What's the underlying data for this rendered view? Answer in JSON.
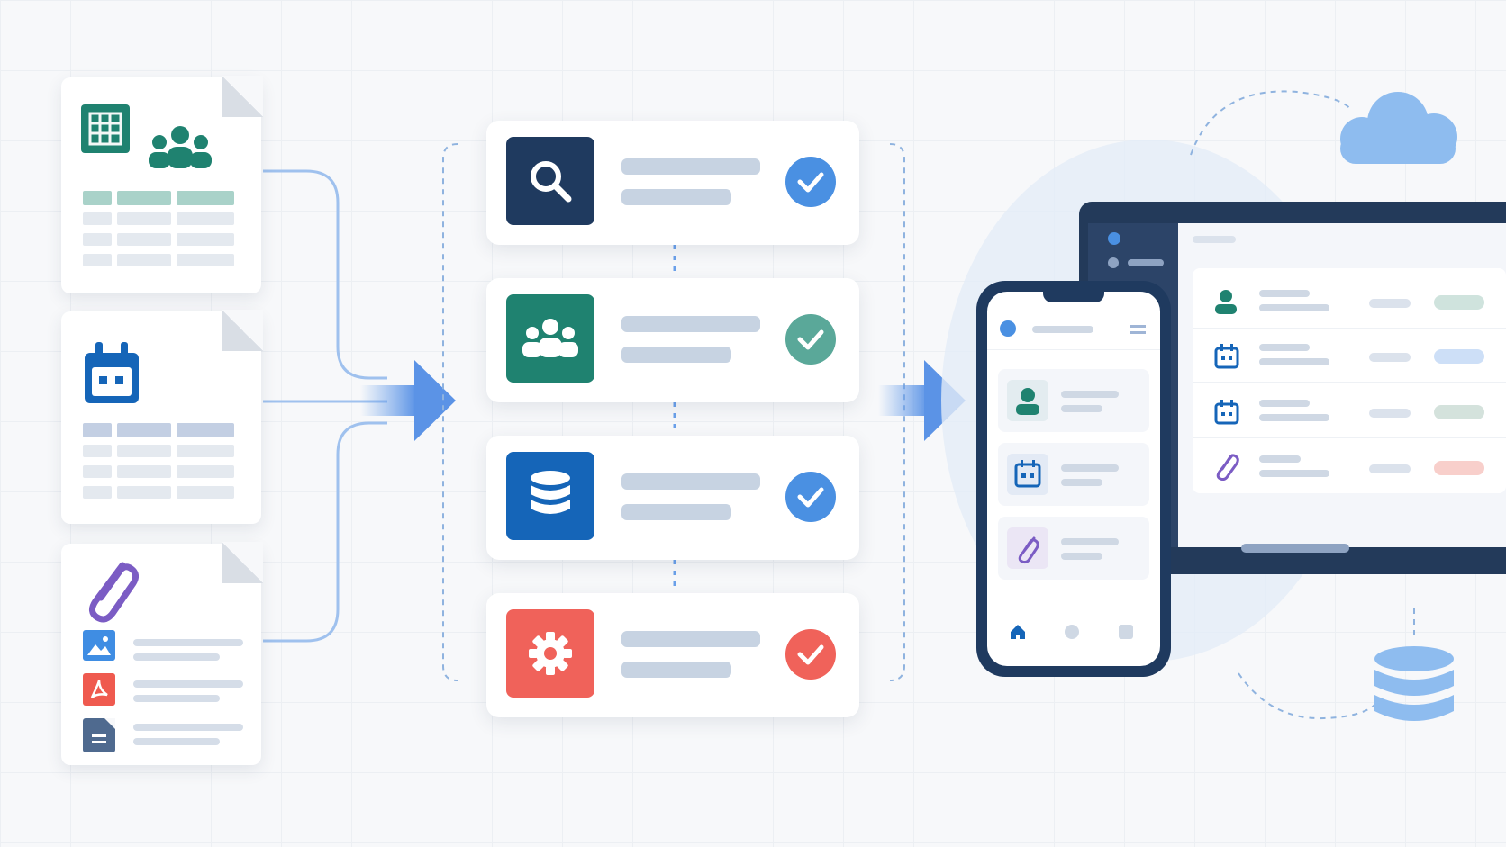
{
  "diagram": {
    "sources": [
      {
        "name": "spreadsheet-contacts-doc",
        "icons": [
          "spreadsheet-icon",
          "people-icon"
        ]
      },
      {
        "name": "calendar-doc",
        "icons": [
          "calendar-icon"
        ]
      },
      {
        "name": "attachments-doc",
        "icons": [
          "paperclip-icon",
          "image-icon",
          "pdf-icon",
          "text-file-icon"
        ]
      }
    ],
    "pipeline_steps": [
      {
        "icon": "search-icon",
        "color": "#1f3a5f",
        "check_color": "#4a90e2"
      },
      {
        "icon": "people-icon",
        "color": "#1f8270",
        "check_color": "#5aa899"
      },
      {
        "icon": "database-icon",
        "color": "#1565b8",
        "check_color": "#4a90e2"
      },
      {
        "icon": "gear-icon",
        "color": "#f0625a",
        "check_color": "#f0625a"
      }
    ],
    "outputs": [
      "phone-app",
      "desktop-app",
      "cloud-icon",
      "database-icon"
    ],
    "colors": {
      "accent_blue": "#6aa0ea",
      "navy": "#1f3a5f",
      "teal": "#1f8270",
      "red": "#f0625a",
      "line": "#c7d3e2"
    }
  }
}
